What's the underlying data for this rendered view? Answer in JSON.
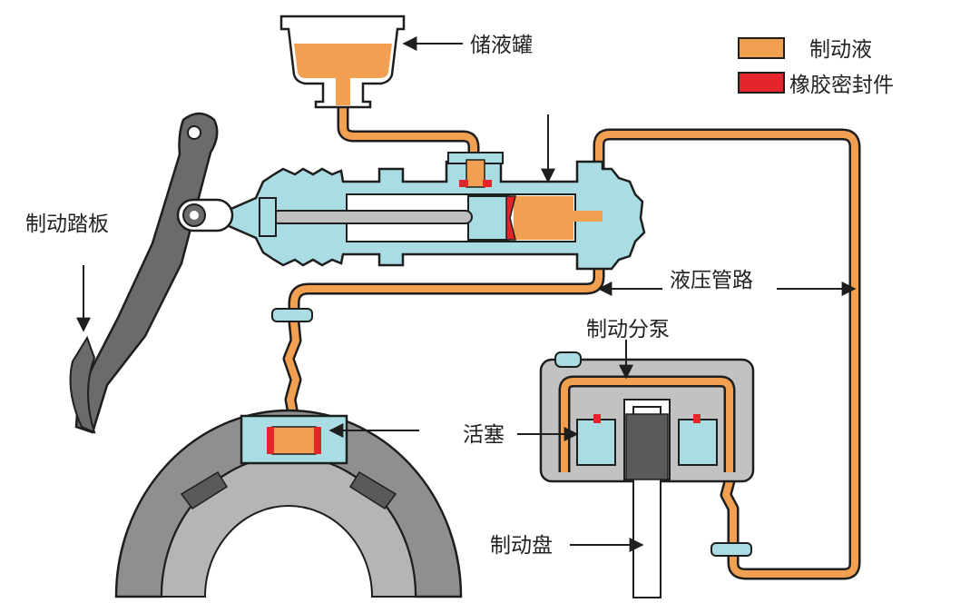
{
  "labels": {
    "reservoir": "储液罐",
    "brake_pedal": "制动踏板",
    "hydraulic_line": "液压管路",
    "brake_caliper": "制动分泵",
    "piston": "活塞",
    "brake_disc": "制动盘"
  },
  "legend": {
    "items": [
      {
        "label": "制动液",
        "color": "#f0a050"
      },
      {
        "label": "橡胶密封件",
        "color": "#e3262c"
      }
    ]
  },
  "colors": {
    "brake_fluid": "#f0a050",
    "rubber_seal": "#e3262c",
    "cylinder_body": "#a9dde3",
    "pedal": "#6b6b6b",
    "drum": "#8f8f8f",
    "caliper_housing": "#c2c2c2",
    "outline": "#1e1e1e"
  }
}
